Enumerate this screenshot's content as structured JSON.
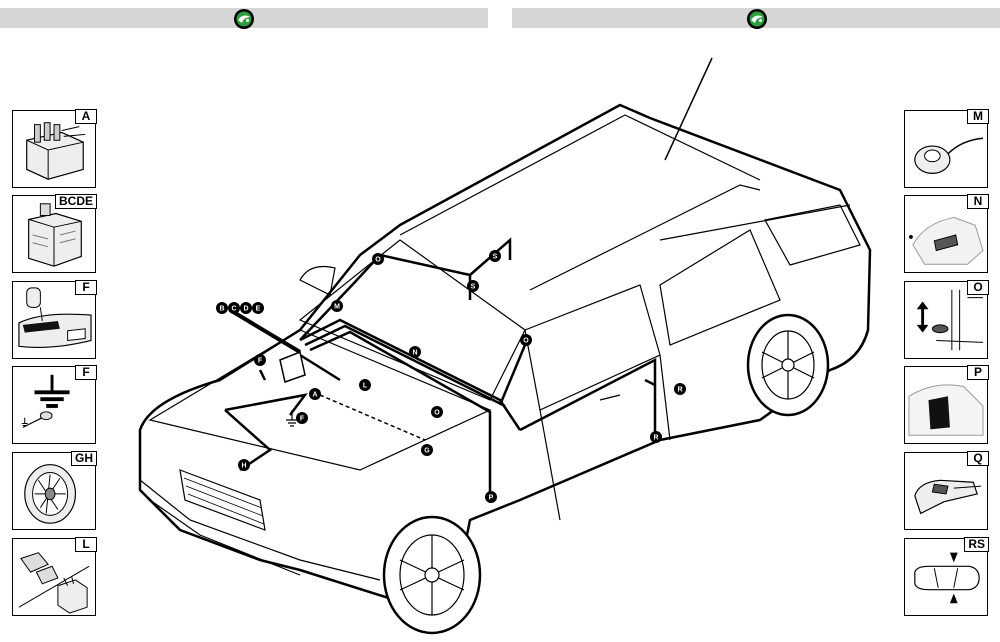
{
  "header": {
    "left_logo": "skoda-logo-icon",
    "right_logo": "skoda-logo-icon",
    "bar_color": "#d6d6d6",
    "logo_green": "#2e9e3e"
  },
  "left_panels": [
    {
      "label": "A",
      "icon": "fuse-box-icon"
    },
    {
      "label": "BCDE",
      "icon": "relay-box-icon"
    },
    {
      "label": "F",
      "icon": "engine-bay-icon"
    },
    {
      "label": "F",
      "icon": "ground-point-icon"
    },
    {
      "label": "GH",
      "icon": "horn-icon"
    },
    {
      "label": "L",
      "icon": "connectors-icon"
    }
  ],
  "right_panels": [
    {
      "label": "M",
      "icon": "mirror-connector-icon"
    },
    {
      "label": "N",
      "icon": "headlight-icon"
    },
    {
      "label": "O",
      "icon": "door-pillar-icon"
    },
    {
      "label": "P",
      "icon": "rear-panel-icon"
    },
    {
      "label": "Q",
      "icon": "tail-light-icon"
    },
    {
      "label": "RS",
      "icon": "car-top-view-icon"
    }
  ],
  "callouts": {
    "bcde": [
      "B",
      "C",
      "D",
      "E"
    ],
    "f1": "F",
    "f2": "F",
    "h": "H",
    "a": "A",
    "g": "G",
    "l": "L",
    "n": "N",
    "o1": "O",
    "o2": "O",
    "o3": "O",
    "m": "M",
    "s1": "S",
    "s2": "S",
    "r1": "R",
    "r2": "R",
    "p": "P"
  }
}
